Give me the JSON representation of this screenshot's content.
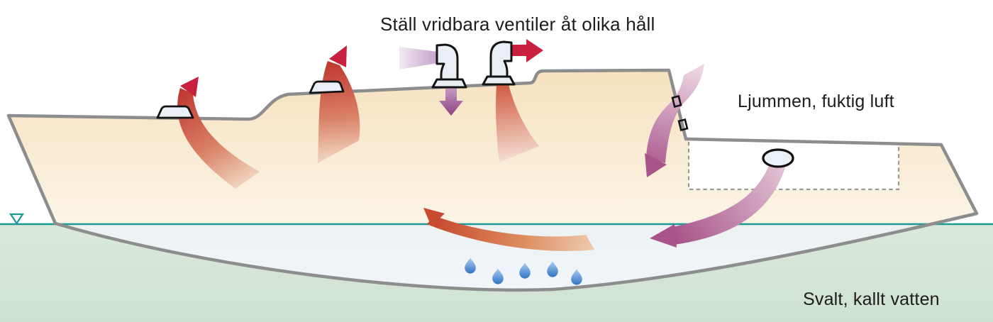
{
  "diagram": {
    "subject": "boat-hull-ventilation-cross-section",
    "language": "sv"
  },
  "labels": {
    "title": "Ställ vridbara ventiler åt olika håll",
    "warm_air": "Ljummen, fuktig luft",
    "cold_water": "Svalt, kallt vatten"
  },
  "colors": {
    "text": "#1c1c1c",
    "waterline_teal": "#1b9a93",
    "hull_outline_gray": "#8d8d8d",
    "hull_fill_top": "#f7e3c1",
    "hull_fill_bottom": "#fbf3e5",
    "water_green": "#d5e5d7",
    "bilge_blue": "#eff3f8",
    "exhaust_red": "#c9203f",
    "moist_air_mauve": "#a8538a",
    "down_draft_purple": "#8c3f86",
    "intake_lavender": "#c7a3cc",
    "droplet_blue": "#3174c4",
    "vent_fill": "#e9eff5"
  },
  "counts": {
    "droplets": 5,
    "deck_vents": 2,
    "cowl_vents": 2
  }
}
